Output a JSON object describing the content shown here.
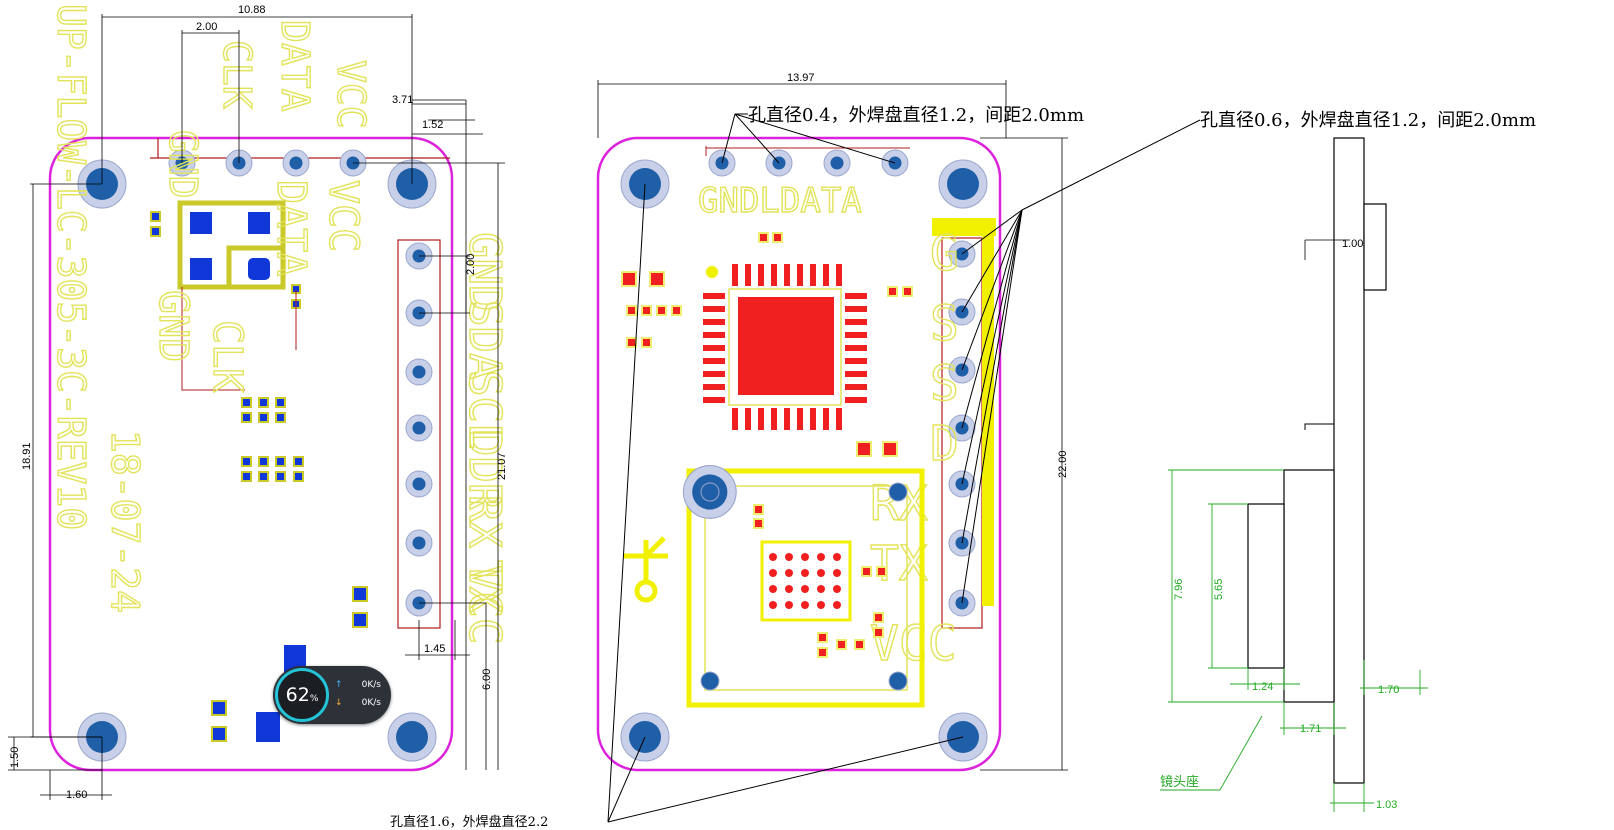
{
  "left_board": {
    "dims": {
      "top_width": "10.88",
      "pin_spacing_top": "2.00",
      "offset_top_right": "3.71",
      "offset_right": "1.52",
      "pin_spacing_side": "2.00",
      "height_left": "18.91",
      "height_right": "21.07",
      "side_bottom": "6.00",
      "side_pin_x": "1.45",
      "bottom_left_y": "1.50",
      "bottom_left_x": "1.60"
    },
    "top_labels": [
      "GND",
      "CLK",
      "DATA",
      "VCC"
    ],
    "side_labels": [
      "GND",
      "SDA",
      "SCL",
      "DDR",
      "RX",
      "TX",
      "VCC"
    ],
    "vertical_text_1": "UP-FLOW-LC-305-3C-REV10",
    "vertical_text_2": "18-07-24"
  },
  "mid_board": {
    "dims": {
      "top_width": "13.97",
      "height": "22.00"
    },
    "top_silk": "GNDLDATA"
  },
  "notes": {
    "hole_small": "孔直径0.4，外焊盘直径1.2，间距2.0mm",
    "hole_side": "孔直径0.6，外焊盘直径1.2，间距2.0mm",
    "mount_hole": "孔直径1.6，外焊盘直径2.2"
  },
  "side_view": {
    "dims": {
      "d1": "1.00",
      "d2": "7.96",
      "d3": "5.65",
      "d4": "1.24",
      "d5": "1.71",
      "d6": "1.70",
      "d7": "1.03"
    },
    "lens_label": "镜头座"
  },
  "net_widget": {
    "percent": "62",
    "percent_unit": "%",
    "up": "0",
    "down": "0",
    "unit": "K/s"
  },
  "colors": {
    "outline": "#dd22dd",
    "pad_blue": "#1f5fa8",
    "pad_ring": "#b9c4e4",
    "silk": "#e3e35a",
    "copper": "#f02020",
    "trace": "#b01c1c",
    "dim_green": "#22aa22"
  }
}
